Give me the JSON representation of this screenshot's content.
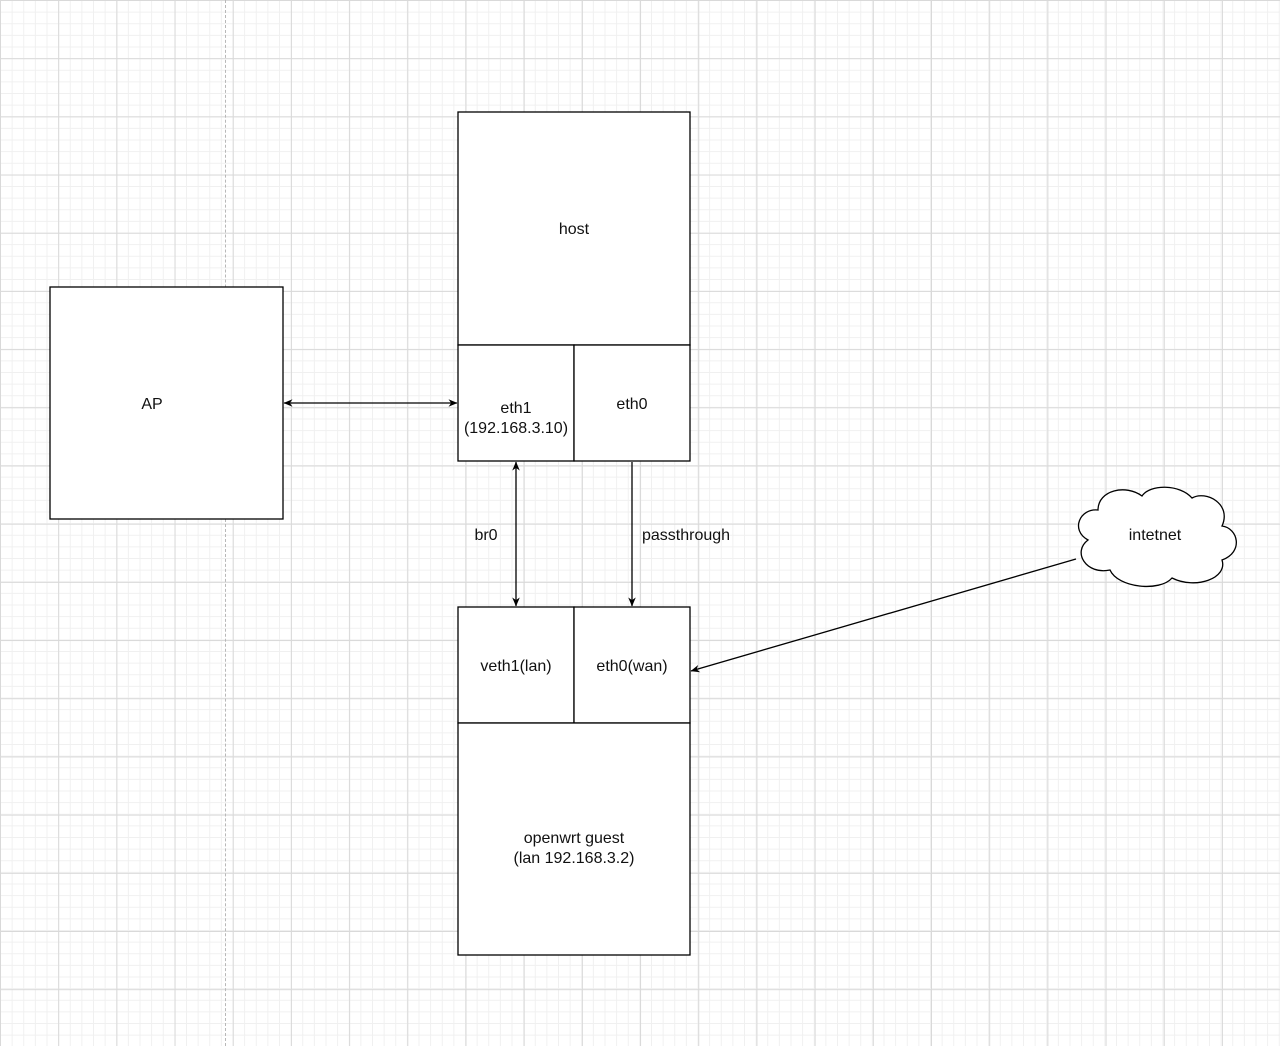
{
  "nodes": {
    "ap": {
      "label": "AP"
    },
    "host": {
      "label": "host"
    },
    "host_eth1": {
      "line1": "eth1",
      "line2": "(192.168.3.10)"
    },
    "host_eth0": {
      "label": "eth0"
    },
    "guest_veth1": {
      "label": "veth1(lan)"
    },
    "guest_eth0": {
      "label": "eth0(wan)"
    },
    "guest": {
      "line1": "openwrt guest",
      "line2": "(lan 192.168.3.2)"
    },
    "internet": {
      "label": "intetnet"
    }
  },
  "edges": {
    "ap_eth1": {
      "label": ""
    },
    "br0": {
      "label": "br0"
    },
    "passthrough": {
      "label": "passthrough"
    },
    "internet_wan": {
      "label": ""
    }
  },
  "colors": {
    "stroke": "#000000",
    "grid_major": "#d9d9d9",
    "grid_minor": "#f0f0f0",
    "background": "#ffffff"
  }
}
